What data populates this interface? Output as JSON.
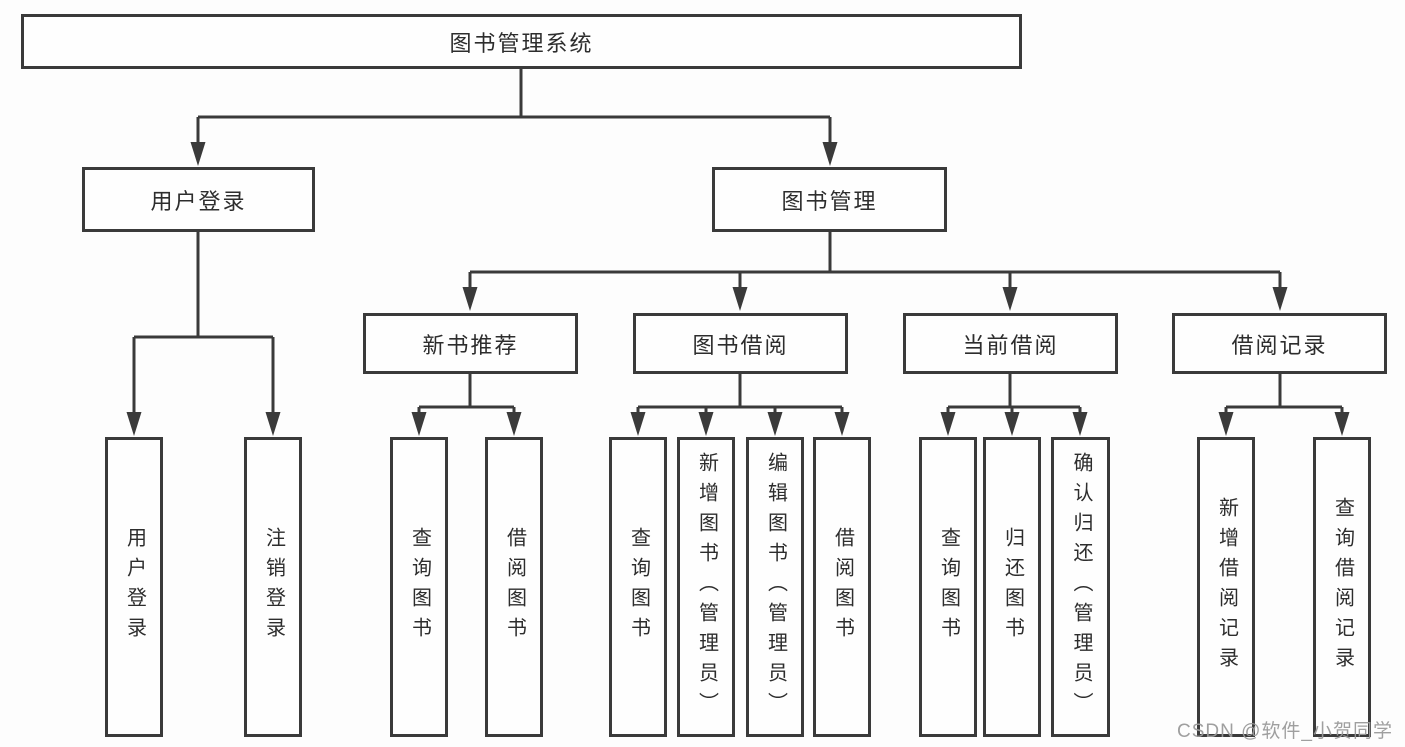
{
  "nodes": {
    "root": "图书管理系统",
    "user_login": "用户登录",
    "book_management": "图书管理",
    "new_book_recommend": "新书推荐",
    "book_borrowing": "图书借阅",
    "current_borrowing": "当前借阅",
    "borrowing_records": "借阅记录",
    "leaf_user_login": "用户登录",
    "leaf_logout": "注销登录",
    "leaf_recommend_query_book": "查询图书",
    "leaf_recommend_borrow_book": "借阅图书",
    "leaf_borrowing_query_book": "查询图书",
    "leaf_borrowing_add_book_admin": "新增图书（管理员）",
    "leaf_borrowing_edit_book_admin": "编辑图书（管理员）",
    "leaf_borrowing_borrow_book": "借阅图书",
    "leaf_current_query_book": "查询图书",
    "leaf_current_return_book": "归还图书",
    "leaf_current_confirm_return_admin": "确认归还（管理员）",
    "leaf_records_add_record": "新增借阅记录",
    "leaf_records_query_record": "查询借阅记录"
  },
  "hierarchy": {
    "图书管理系统": {
      "用户登录": [
        "用户登录",
        "注销登录"
      ],
      "图书管理": {
        "新书推荐": [
          "查询图书",
          "借阅图书"
        ],
        "图书借阅": [
          "查询图书",
          "新增图书（管理员）",
          "编辑图书（管理员）",
          "借阅图书"
        ],
        "当前借阅": [
          "查询图书",
          "归还图书",
          "确认归还（管理员）"
        ],
        "借阅记录": [
          "新增借阅记录",
          "查询借阅记录"
        ]
      }
    }
  },
  "watermark": "CSDN @软件_小贺同学",
  "colors": {
    "line": "#3a3a3a",
    "text": "#2d2d2d",
    "background": "#fdfdfd",
    "watermark": "#9a9a9a"
  }
}
